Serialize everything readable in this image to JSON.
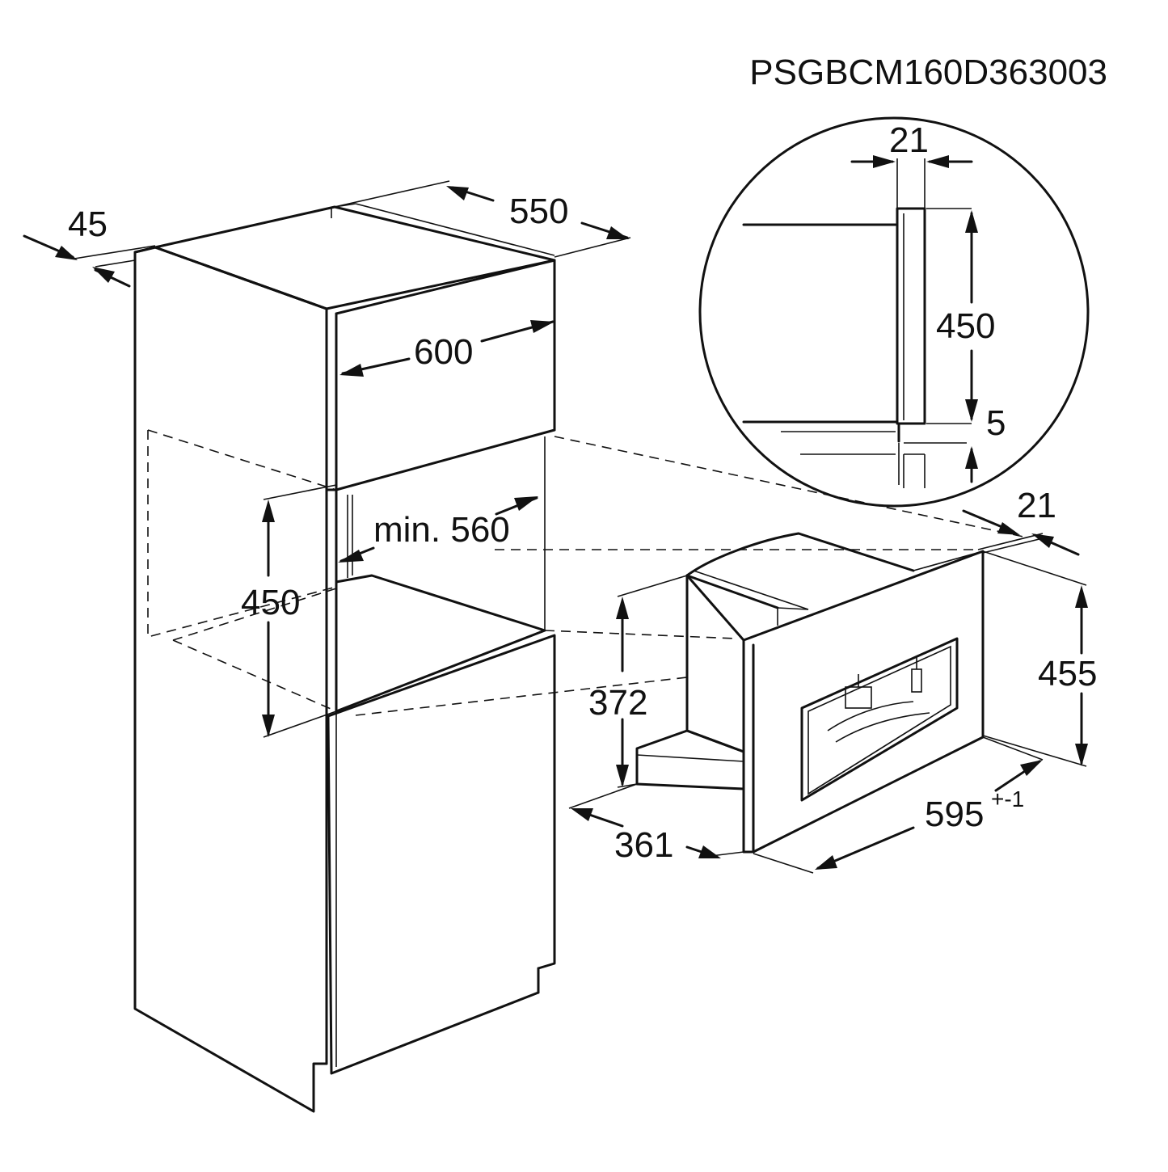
{
  "drawing_code": "PSGBCM160D363003",
  "colors": {
    "ink": "#111111",
    "background": "#ffffff"
  },
  "cabinet": {
    "dims": {
      "depth": "550",
      "panel_thickness": "45",
      "width": "600",
      "niche_depth": "min. 560",
      "niche_height": "450"
    }
  },
  "detail": {
    "dims": {
      "frame_thickness": "21",
      "height": "450",
      "gap": "5"
    }
  },
  "appliance": {
    "dims": {
      "front_thickness": "21",
      "front_height": "455",
      "body_height": "372",
      "body_depth": "361",
      "width": "595",
      "width_tolerance": "+-1"
    }
  }
}
